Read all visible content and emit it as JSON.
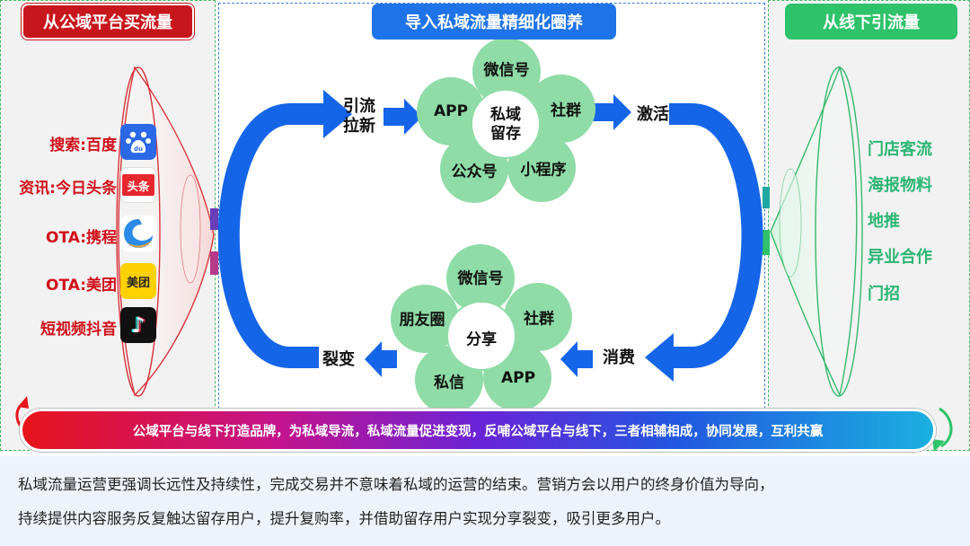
{
  "headers": {
    "left": "从公域平台买流量",
    "middle": "导入私域流量精细化圈养",
    "right": "从线下引流量"
  },
  "public_sources": [
    {
      "label": "搜索:百度",
      "icon": "baidu-icon",
      "icon_text": "du"
    },
    {
      "label": "资讯:今日头条",
      "icon": "toutiao-icon",
      "icon_text": "头条"
    },
    {
      "label": "OTA:携程",
      "icon": "ctrip-icon",
      "icon_text": ""
    },
    {
      "label": "OTA:美团",
      "icon": "meituan-icon",
      "icon_text": "美团"
    },
    {
      "label": "短视频抖音",
      "icon": "douyin-icon",
      "icon_text": "♪"
    }
  ],
  "offline_sources": [
    "门店客流",
    "海报物料",
    "地推",
    "异业合作",
    "门招"
  ],
  "top_flower": {
    "center": "私域\n留存",
    "petals": [
      "微信号",
      "社群",
      "小程序",
      "公众号",
      "APP"
    ]
  },
  "bottom_flower": {
    "center": "分享",
    "petals": [
      "微信号",
      "社群",
      "APP",
      "私信",
      "朋友圈"
    ]
  },
  "flow_steps": {
    "attract": "引流\n拉新",
    "activate": "激活",
    "consume": "消费",
    "fission": "裂变"
  },
  "banner": "公域平台与线下打造品牌，为私域导流，私域流量促进变现，反哺公域平台与线下，三者相辅相成，协同发展，互利共赢",
  "description": [
    "私域流量运营更强调长远性及持续性，完成交易并不意味着私域的运营的结束。营销方会以用户的终身价值为导向，",
    "持续提供内容服务反复触达留存用户，提升复购率，并借助留存用户实现分享裂变，吸引更多用户。"
  ],
  "colors": {
    "public": "#c8161d",
    "private": "#1e73e8",
    "offline": "#2ec26a",
    "petal": "#8fdca6",
    "arrow": "#1565e8"
  }
}
